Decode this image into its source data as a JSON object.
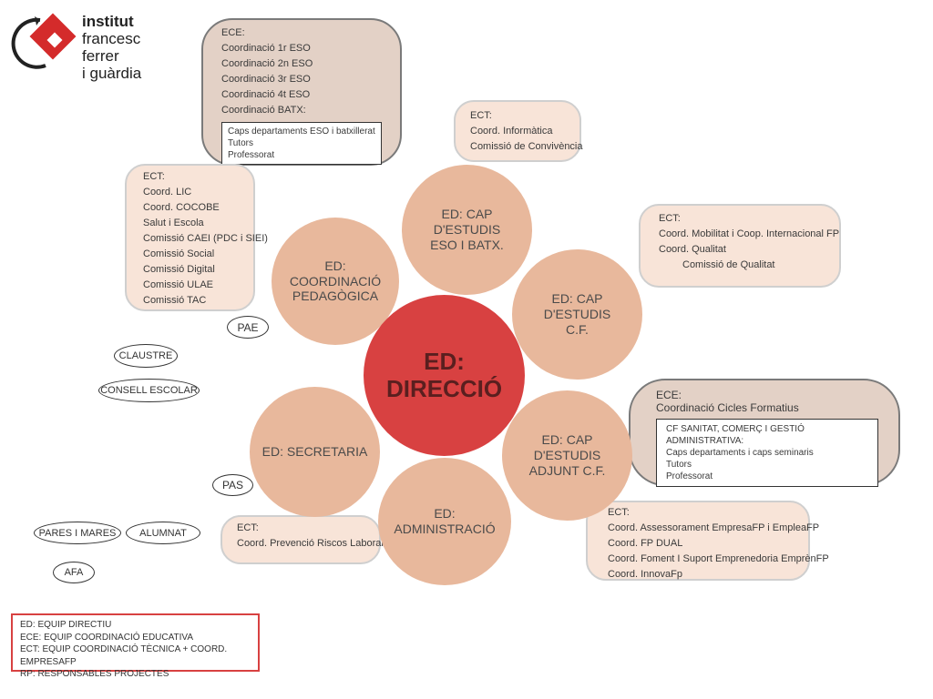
{
  "logo": {
    "lines": [
      "institut",
      "francesc",
      "ferrer",
      "i guàrdia"
    ]
  },
  "circles": {
    "center": "ED:\nDIRECCIÓ",
    "cap_eso": "ED: CAP D'ESTUDIS\nESO I BATX.",
    "coord_ped": "ED: COORDINACIÓ\nPEDAGÒGICA",
    "cap_cf": "ED: CAP D'ESTUDIS\nC.F.",
    "cap_adj": "ED: CAP D'ESTUDIS\nADJUNT C.F.",
    "admin": "ED: ADMINISTRACIÓ",
    "secretaria": "ED: SECRETARIA"
  },
  "box_ece_eso": {
    "header": "ECE:",
    "items": [
      "Coordinació 1r ESO",
      "Coordinació 2n ESO",
      "Coordinació 3r ESO",
      "Coordinació 4t ESO",
      "Coordinació BATX:"
    ],
    "inner": [
      "Caps departaments ESO i batxillerat",
      "Tutors",
      "Professorat"
    ]
  },
  "box_ect_info": {
    "header": "ECT:",
    "items": [
      "Coord. Informàtica",
      "Comissió de Convivència"
    ]
  },
  "box_ect_ped": {
    "header": "ECT:",
    "items": [
      "Coord. LIC",
      "Coord. COCOBE",
      "Salut i Escola",
      "Comissió CAEI (PDC i SIEI)",
      "Comissió Social",
      "Comissió Digital",
      "Comissió ULAE",
      "Comissió TAC"
    ]
  },
  "box_ect_mob": {
    "header": "ECT:",
    "items": [
      "Coord. Mobilitat i Coop. Internacional FP",
      "Coord. Qualitat"
    ],
    "sub": "Comissió de Qualitat"
  },
  "box_ece_cf": {
    "header": "ECE:",
    "title": "Coordinació Cicles Formatius",
    "inner_title": "CF SANITAT, COMERÇ I GESTIÓ ADMINISTRATIVA:",
    "inner": [
      "Caps departaments i caps seminaris",
      "Tutors",
      "Professorat"
    ]
  },
  "box_ect_emp": {
    "header": "ECT:",
    "items": [
      "Coord. Assessorament EmpresaFP i EmpleaFP",
      "Coord. FP DUAL",
      "Coord. Foment I Suport Emprenedoria EmprènFP",
      "Coord. InnovaFp"
    ]
  },
  "box_ect_prev": {
    "header": "ECT:",
    "items": [
      "Coord. Prevenció Riscos Laborals"
    ]
  },
  "pills": {
    "pae": "PAE",
    "claustre": "CLAUSTRE",
    "consell": "CONSELL ESCOLAR",
    "pas": "PAS",
    "pares": "PARES I MARES",
    "alumnat": "ALUMNAT",
    "afa": "AFA"
  },
  "legend": [
    "ED: EQUIP DIRECTIU",
    "ECE: EQUIP COORDINACIÓ EDUCATIVA",
    "ECT: EQUIP COORDINACIÓ TÈCNICA + COORD. EMPRESAFP",
    "RP: RESPONSABLES PROJECTES"
  ],
  "colors": {
    "center": "#d84141",
    "petal": "#e8b89c",
    "box": "#f8e4d8",
    "box_dark": "#e3d1c6",
    "legend_border": "#d84141"
  }
}
